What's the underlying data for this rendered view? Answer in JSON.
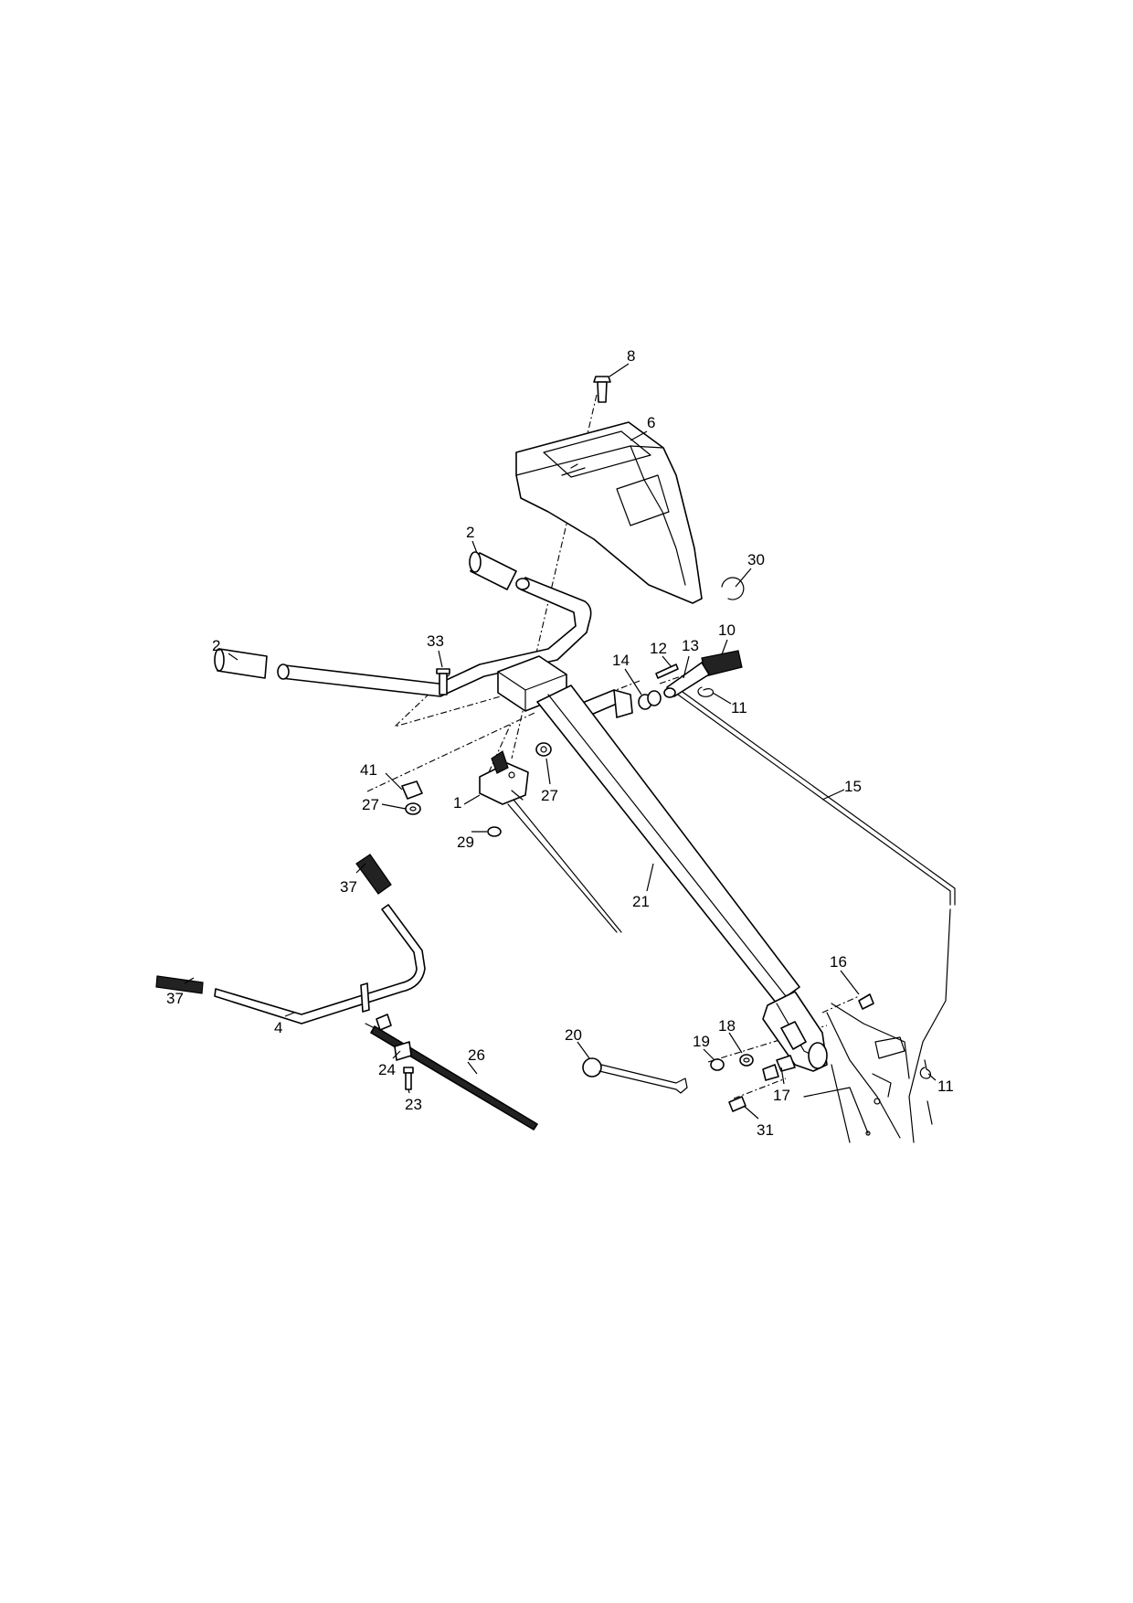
{
  "callouts": {
    "c8": "8",
    "c6": "6",
    "c2a": "2",
    "c30": "30",
    "c2b": "2",
    "c33": "33",
    "c12": "12",
    "c13": "13",
    "c10": "10",
    "c14": "14",
    "c11a": "11",
    "c41": "41",
    "c27a": "27",
    "c27b": "27",
    "c1": "1",
    "c29": "29",
    "c15": "15",
    "c37a": "37",
    "c21": "21",
    "c37b": "37",
    "c16": "16",
    "c4": "4",
    "c26": "26",
    "c20": "20",
    "c19": "19",
    "c18": "18",
    "c24": "24",
    "c17": "17",
    "c11b": "11",
    "c23": "23",
    "c31": "31"
  }
}
